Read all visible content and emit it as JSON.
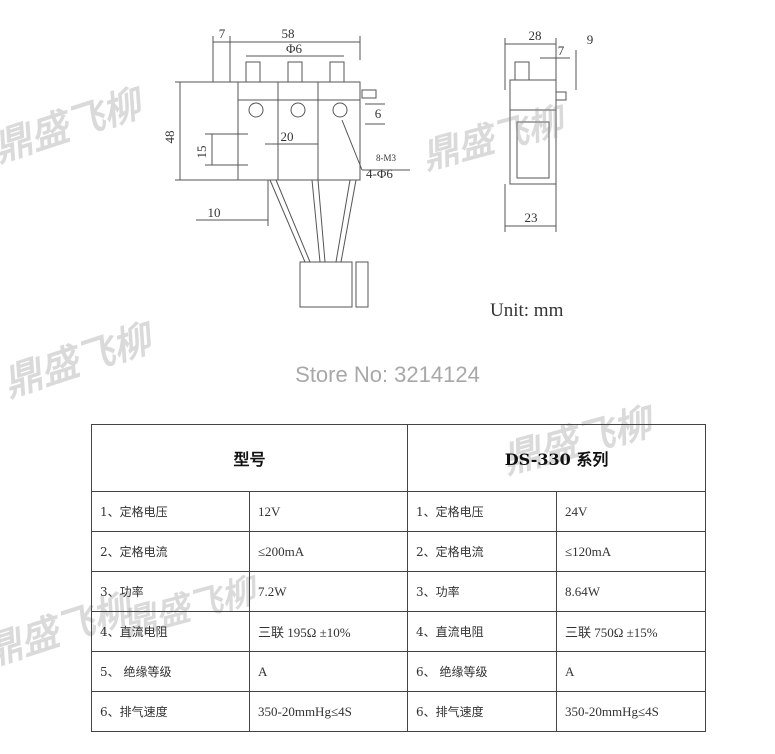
{
  "drawing": {
    "front_dims": {
      "d7": "7",
      "d58": "58",
      "phi6": "Φ6",
      "d48": "48",
      "d15": "15",
      "d20": "20",
      "d6": "6",
      "m3": "8-M3",
      "phi6x4": "4-Φ6",
      "d10": "10"
    },
    "side_dims": {
      "d28": "28",
      "d7": "7",
      "d9": "9",
      "d23": "23"
    },
    "unit_label": "Unit: mm"
  },
  "store_label": "Store No: 3214124",
  "watermark_text": "鼎盛飞柳",
  "table": {
    "header_left": "型号",
    "header_right": "DS-330 系列",
    "rows": [
      {
        "label_left": "1、定格电压",
        "value_left": "12V",
        "label_right": "1、定格电压",
        "value_right": "24V"
      },
      {
        "label_left": "2、定格电流",
        "value_left": "≤200mA",
        "label_right": "2、定格电流",
        "value_right": "≤120mA"
      },
      {
        "label_left": "3、功率",
        "value_left": "7.2W",
        "label_right": "3、功率",
        "value_right": "8.64W"
      },
      {
        "label_left": "4、直流电阻",
        "value_left": "三联 195Ω ±10%",
        "label_right": "4、直流电阻",
        "value_right": "三联 750Ω ±15%"
      },
      {
        "label_left": "5、 绝缘等级",
        "value_left": "A",
        "label_right": "6、 绝缘等级",
        "value_right": "A"
      },
      {
        "label_left": "6、排气速度",
        "value_left": "350-20mmHg≤4S",
        "label_right": "6、排气速度",
        "value_right": "350-20mmHg≤4S"
      }
    ]
  }
}
